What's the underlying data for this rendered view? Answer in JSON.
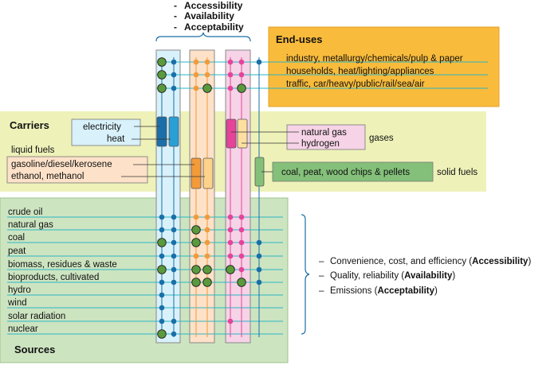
{
  "criteria_top": [
    "Accessibility",
    "Availability",
    "Acceptability"
  ],
  "end_uses": {
    "title": "End-uses",
    "items": [
      "industry, metallurgy/chemicals/pulp & paper",
      "households, heat/lighting/appliances",
      "traffic, car/heavy/public/rail/sea/air"
    ]
  },
  "carriers": {
    "title": "Carriers",
    "electricity": "electricity",
    "heat": "heat",
    "liquid_fuels_label": "liquid fuels",
    "liquid_fuels": [
      "gasoline/diesel/kerosene",
      "ethanol, methanol"
    ],
    "gases_label": "gases",
    "gases": [
      "natural gas",
      "hydrogen"
    ],
    "solid_fuels_label": "solid fuels",
    "solid_fuels": "coal, peat, wood chips & pellets"
  },
  "sources": {
    "title": "Sources",
    "items": [
      "crude oil",
      "natural gas",
      "coal",
      "peat",
      "biomass, residues & waste",
      "bioproducts, cultivated",
      "hydro",
      "wind",
      "solar radiation",
      "nuclear"
    ]
  },
  "criteria_right": [
    {
      "prefix": "Convenience, cost, and efficiency (",
      "bold": "Accessibility",
      "suffix": ")"
    },
    {
      "prefix": "Quality, reliability (",
      "bold": "Availability",
      "suffix": ")"
    },
    {
      "prefix": "Emissions (",
      "bold": "Acceptability",
      "suffix": ")"
    }
  ],
  "colors": {
    "end_uses_box": "#f9bb3b",
    "carriers_box": "#eef2b9",
    "sources_box": "#cde4c1",
    "electricity_column": "#d8f1fa",
    "liquid_column": "#fde1c8",
    "gas_column": "#f6d3e6",
    "line": "#2bb6c4",
    "node_blue": "#1a6fa8",
    "node_orange": "#f39a39",
    "node_pink": "#e6439a",
    "node_green": "#5b9a3c"
  }
}
